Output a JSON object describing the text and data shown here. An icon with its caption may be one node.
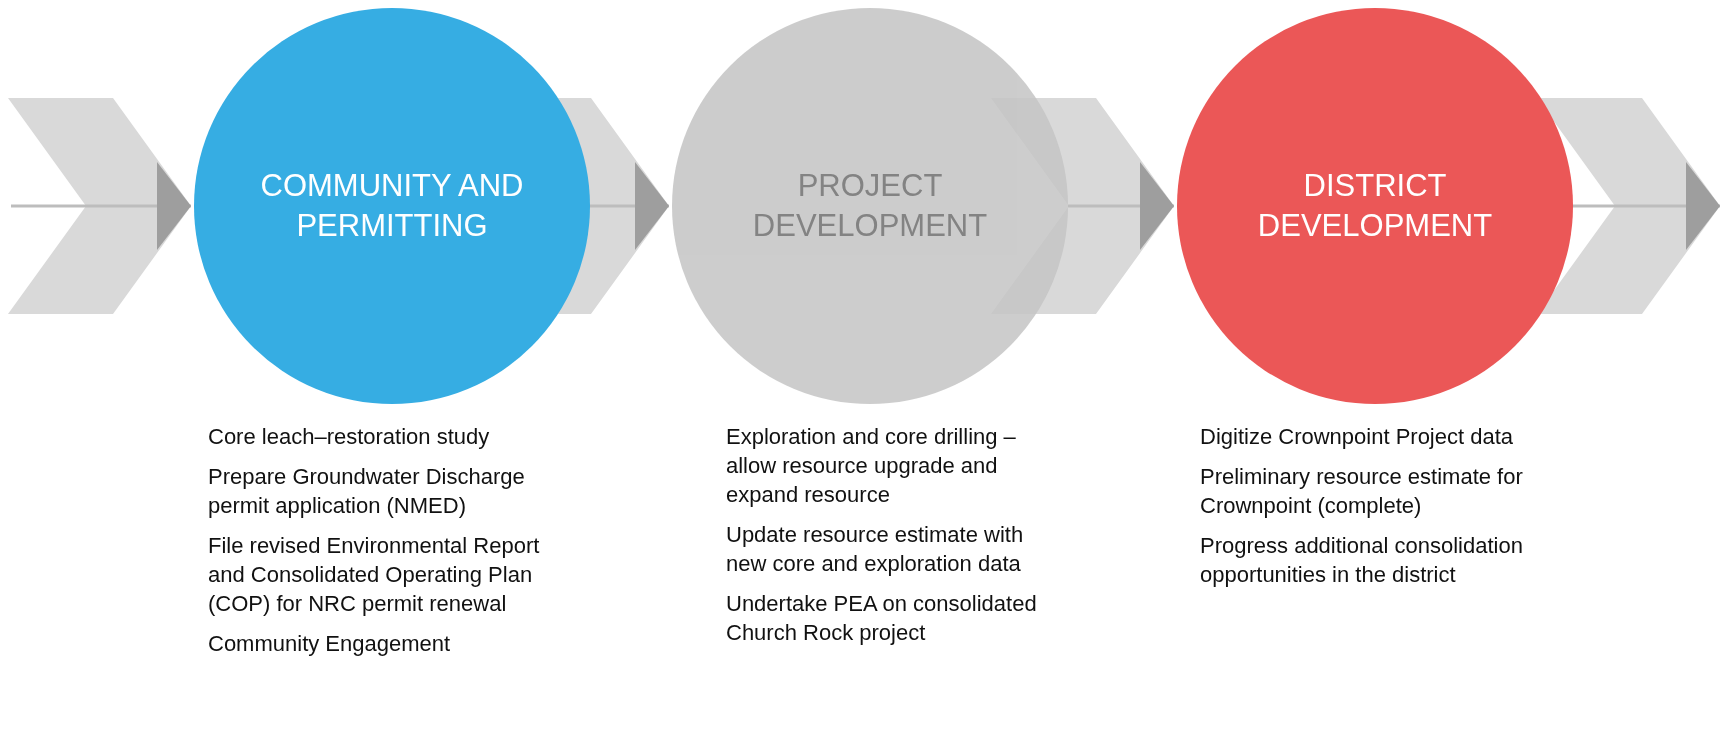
{
  "diagram": {
    "nodes": [
      {
        "text": [
          "COMMUNITY AND PERMITTING"
        ],
        "beside": [
          "Core leach–restoration study",
          "Prepare Groundwater Discharge permit application (NMED)",
          "File revised Environmental Report and Consolidated Operating Plan (COP) for NRC permit renewal",
          "Community Engagement"
        ]
      },
      {
        "text": [
          "PROJECT DEVELOPMENT"
        ],
        "beside": [
          "Exploration and core drilling – allow resource upgrade and expand resource",
          "Update resource estimate with new core and exploration data",
          "Undertake PEA on consolidated Church Rock project"
        ]
      },
      {
        "text": [
          "DISTRICT DEVELOPMENT"
        ],
        "beside": [
          "Digitize Crownpoint Project data",
          "Preliminary resource estimate for Crownpoint (complete)",
          "Progress additional consolidation opportunities in the district"
        ]
      }
    ],
    "edges": [
      {
        "from": null,
        "to": 0,
        "arrow": "to"
      },
      {
        "from": 0,
        "to": 1,
        "arrow": "to"
      },
      {
        "from": 1,
        "to": 2,
        "arrow": "to"
      },
      {
        "from": 2,
        "to": null,
        "arrow": "to"
      }
    ]
  }
}
